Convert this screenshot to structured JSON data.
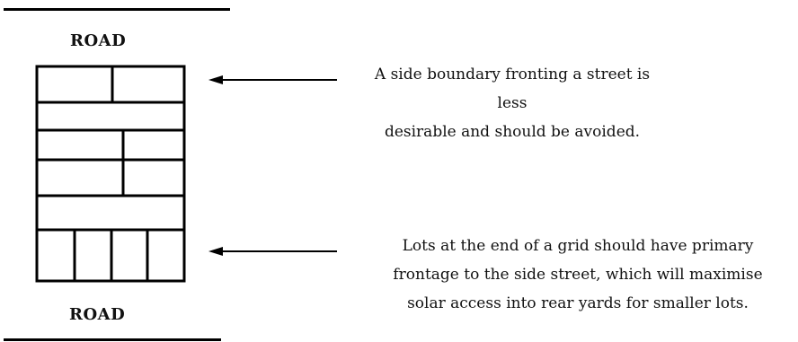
{
  "road_top": "ROAD",
  "road_bottom": "ROAD",
  "notes": [
    {
      "text_line1": "A side boundary fronting a street is less",
      "text_line2": "desirable and should be avoided."
    },
    {
      "text_line1": "Lots at the end of a grid should have primary",
      "text_line2": "frontage to the side street, which will maximise",
      "text_line3": "solar access into rear yards for smaller lots."
    }
  ],
  "colors": {
    "line": "#000000",
    "background": "#ffffff"
  }
}
